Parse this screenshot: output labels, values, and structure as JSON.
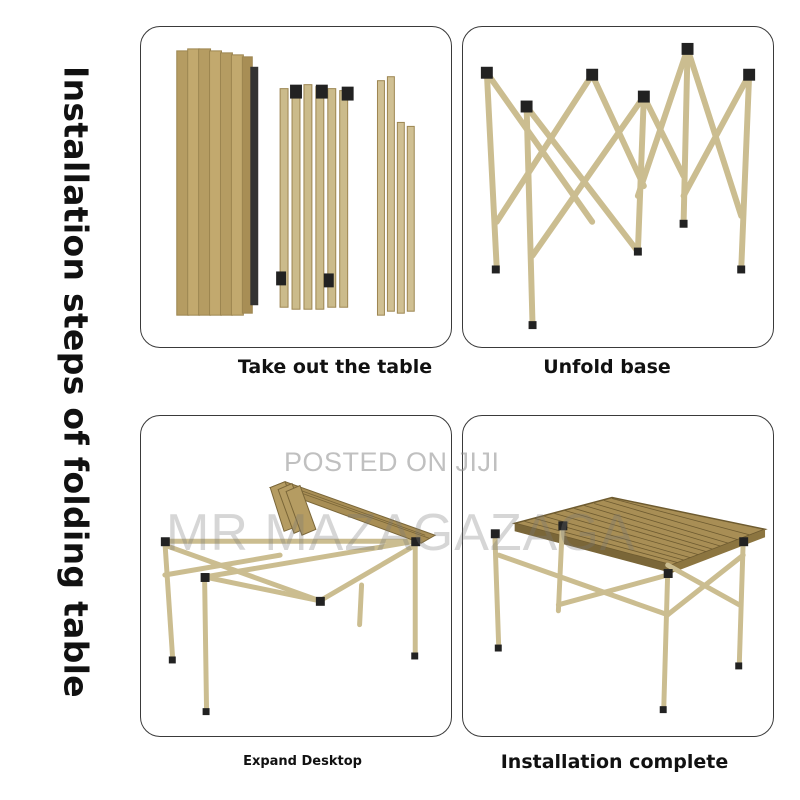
{
  "title": "Installation steps of folding table",
  "steps": [
    {
      "label": "Take out the table"
    },
    {
      "label": "Unfold base"
    },
    {
      "label": "Expand Desktop"
    },
    {
      "label": "Installation complete"
    }
  ],
  "watermark": {
    "line1": "POSTED ON JIJI",
    "line2": "MR MAZAGAZAGA"
  },
  "colors": {
    "frame": "#c9b98a",
    "slat": "#a88e55",
    "joint": "#222222",
    "border": "#3a3a3a"
  }
}
